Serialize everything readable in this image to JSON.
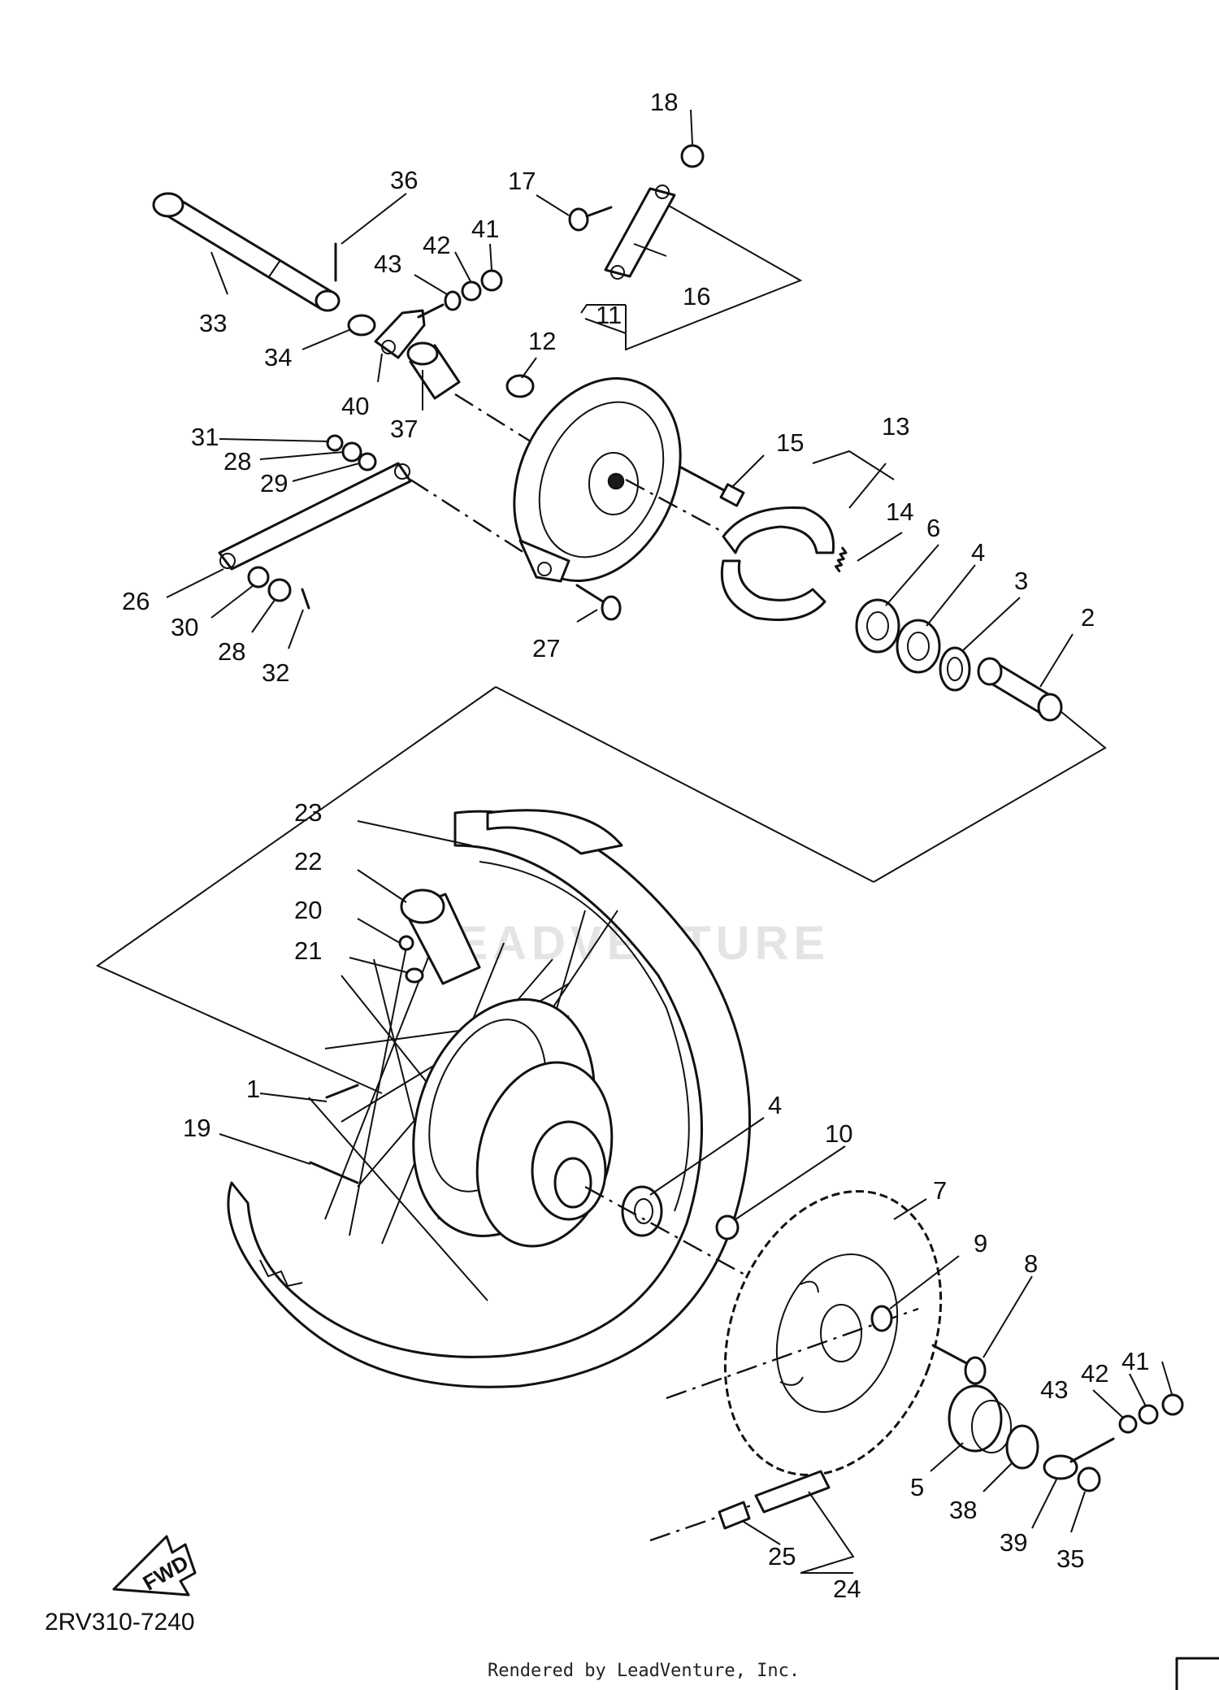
{
  "diagram": {
    "code": "2RV310-7240",
    "credit": "Rendered by LeadVenture, Inc.",
    "watermark": "LEADVENTURE",
    "fwd_label": "FWD",
    "labels": {
      "l1": "1",
      "l2": "2",
      "l3": "3",
      "l4a": "4",
      "l4b": "4",
      "l5": "5",
      "l6": "6",
      "l7": "7",
      "l8": "8",
      "l9": "9",
      "l10": "10",
      "l11": "11",
      "l12": "12",
      "l13": "13",
      "l14": "14",
      "l15": "15",
      "l16": "16",
      "l17": "17",
      "l18": "18",
      "l19": "19",
      "l20": "20",
      "l21": "21",
      "l22": "22",
      "l23": "23",
      "l24": "24",
      "l25": "25",
      "l26": "26",
      "l27": "27",
      "l28a": "28",
      "l28b": "28",
      "l29": "29",
      "l30": "30",
      "l31": "31",
      "l32": "32",
      "l33": "33",
      "l34": "34",
      "l35": "35",
      "l36": "36",
      "l37": "37",
      "l38": "38",
      "l39": "39",
      "l40": "40",
      "l41a": "41",
      "l41b": "41",
      "l42a": "42",
      "l42b": "42",
      "l43a": "43",
      "l43b": "43"
    }
  }
}
